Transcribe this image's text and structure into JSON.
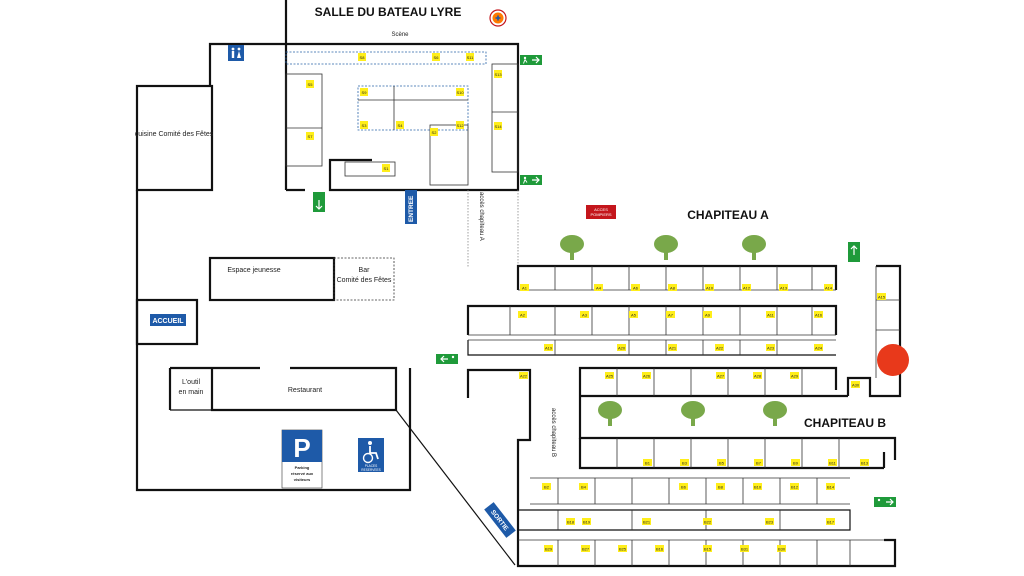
{
  "titles": {
    "salle": "SALLE DU BATEAU LYRE",
    "scene": "Scène",
    "chapiteau_a": "CHAPITEAU A",
    "chapiteau_b": "CHAPITEAU B"
  },
  "rooms": {
    "cuisine": "cuisine Comité des Fêtes",
    "espace_jeunesse": "Espace jeunesse",
    "bar_line1": "Bar",
    "bar_line2": "Comité des Fêtes",
    "outil_line1": "L'outil",
    "outil_line2": "en main",
    "restaurant": "Restaurant"
  },
  "signs": {
    "accueil": "ACCUEIL",
    "entree": "ENTREE",
    "sortie": "SORTIE",
    "acces_pompiers_line1": "ACCES",
    "acces_pompiers_line2": "POMPIERS",
    "acces_a": "accès chapiteau A",
    "acces_b": "accès chapiteau B",
    "parking_letter": "P",
    "parking_line1": "Parking",
    "parking_line2": "réservé aux",
    "parking_line3": "visiteurs",
    "handicap_line1": "PLACES",
    "handicap_line2": "RESERVEES"
  },
  "stands_salle": [
    "S8",
    "S6",
    "S11",
    "S13",
    "S5",
    "S7",
    "S9",
    "S10",
    "S3",
    "S4",
    "S2",
    "S12",
    "S1",
    "S14"
  ],
  "stands_chapiteau_a_top": [
    "A1",
    "A4",
    "A6",
    "A8",
    "A10",
    "A12",
    "A13",
    "A14",
    "A15"
  ],
  "stands_chapiteau_a_mid": [
    "A2",
    "A3",
    "A5",
    "A7",
    "A9",
    "A11",
    "A16"
  ],
  "stands_chapiteau_a_row3": [
    "A19",
    "A20",
    "A21",
    "A22",
    "A23",
    "A24"
  ],
  "stands_chapiteau_a_row4": [
    "A25",
    "A26",
    "A27",
    "A28",
    "A29",
    "A30"
  ],
  "stands_b_row1": [
    "B1",
    "B3",
    "B5",
    "B7",
    "B9",
    "B11",
    "B13"
  ],
  "stands_b_row2": [
    "B2",
    "B4",
    "B6",
    "B8",
    "B10",
    "B12",
    "B14"
  ],
  "stands_b_row3": [
    "B18",
    "B19",
    "B21",
    "B22",
    "B23",
    "B17"
  ],
  "stands_b_row4": [
    "B29",
    "B27",
    "B25",
    "B16",
    "B15",
    "B31",
    "B30"
  ],
  "colors": {
    "highlight_marker": "#e8391b",
    "stand_fill": "#ffee1a",
    "sign_blue": "#1e5aa8",
    "exit_green": "#1f9a3a",
    "pompiers_red": "#c4161c",
    "tree_green": "#79a84a"
  }
}
